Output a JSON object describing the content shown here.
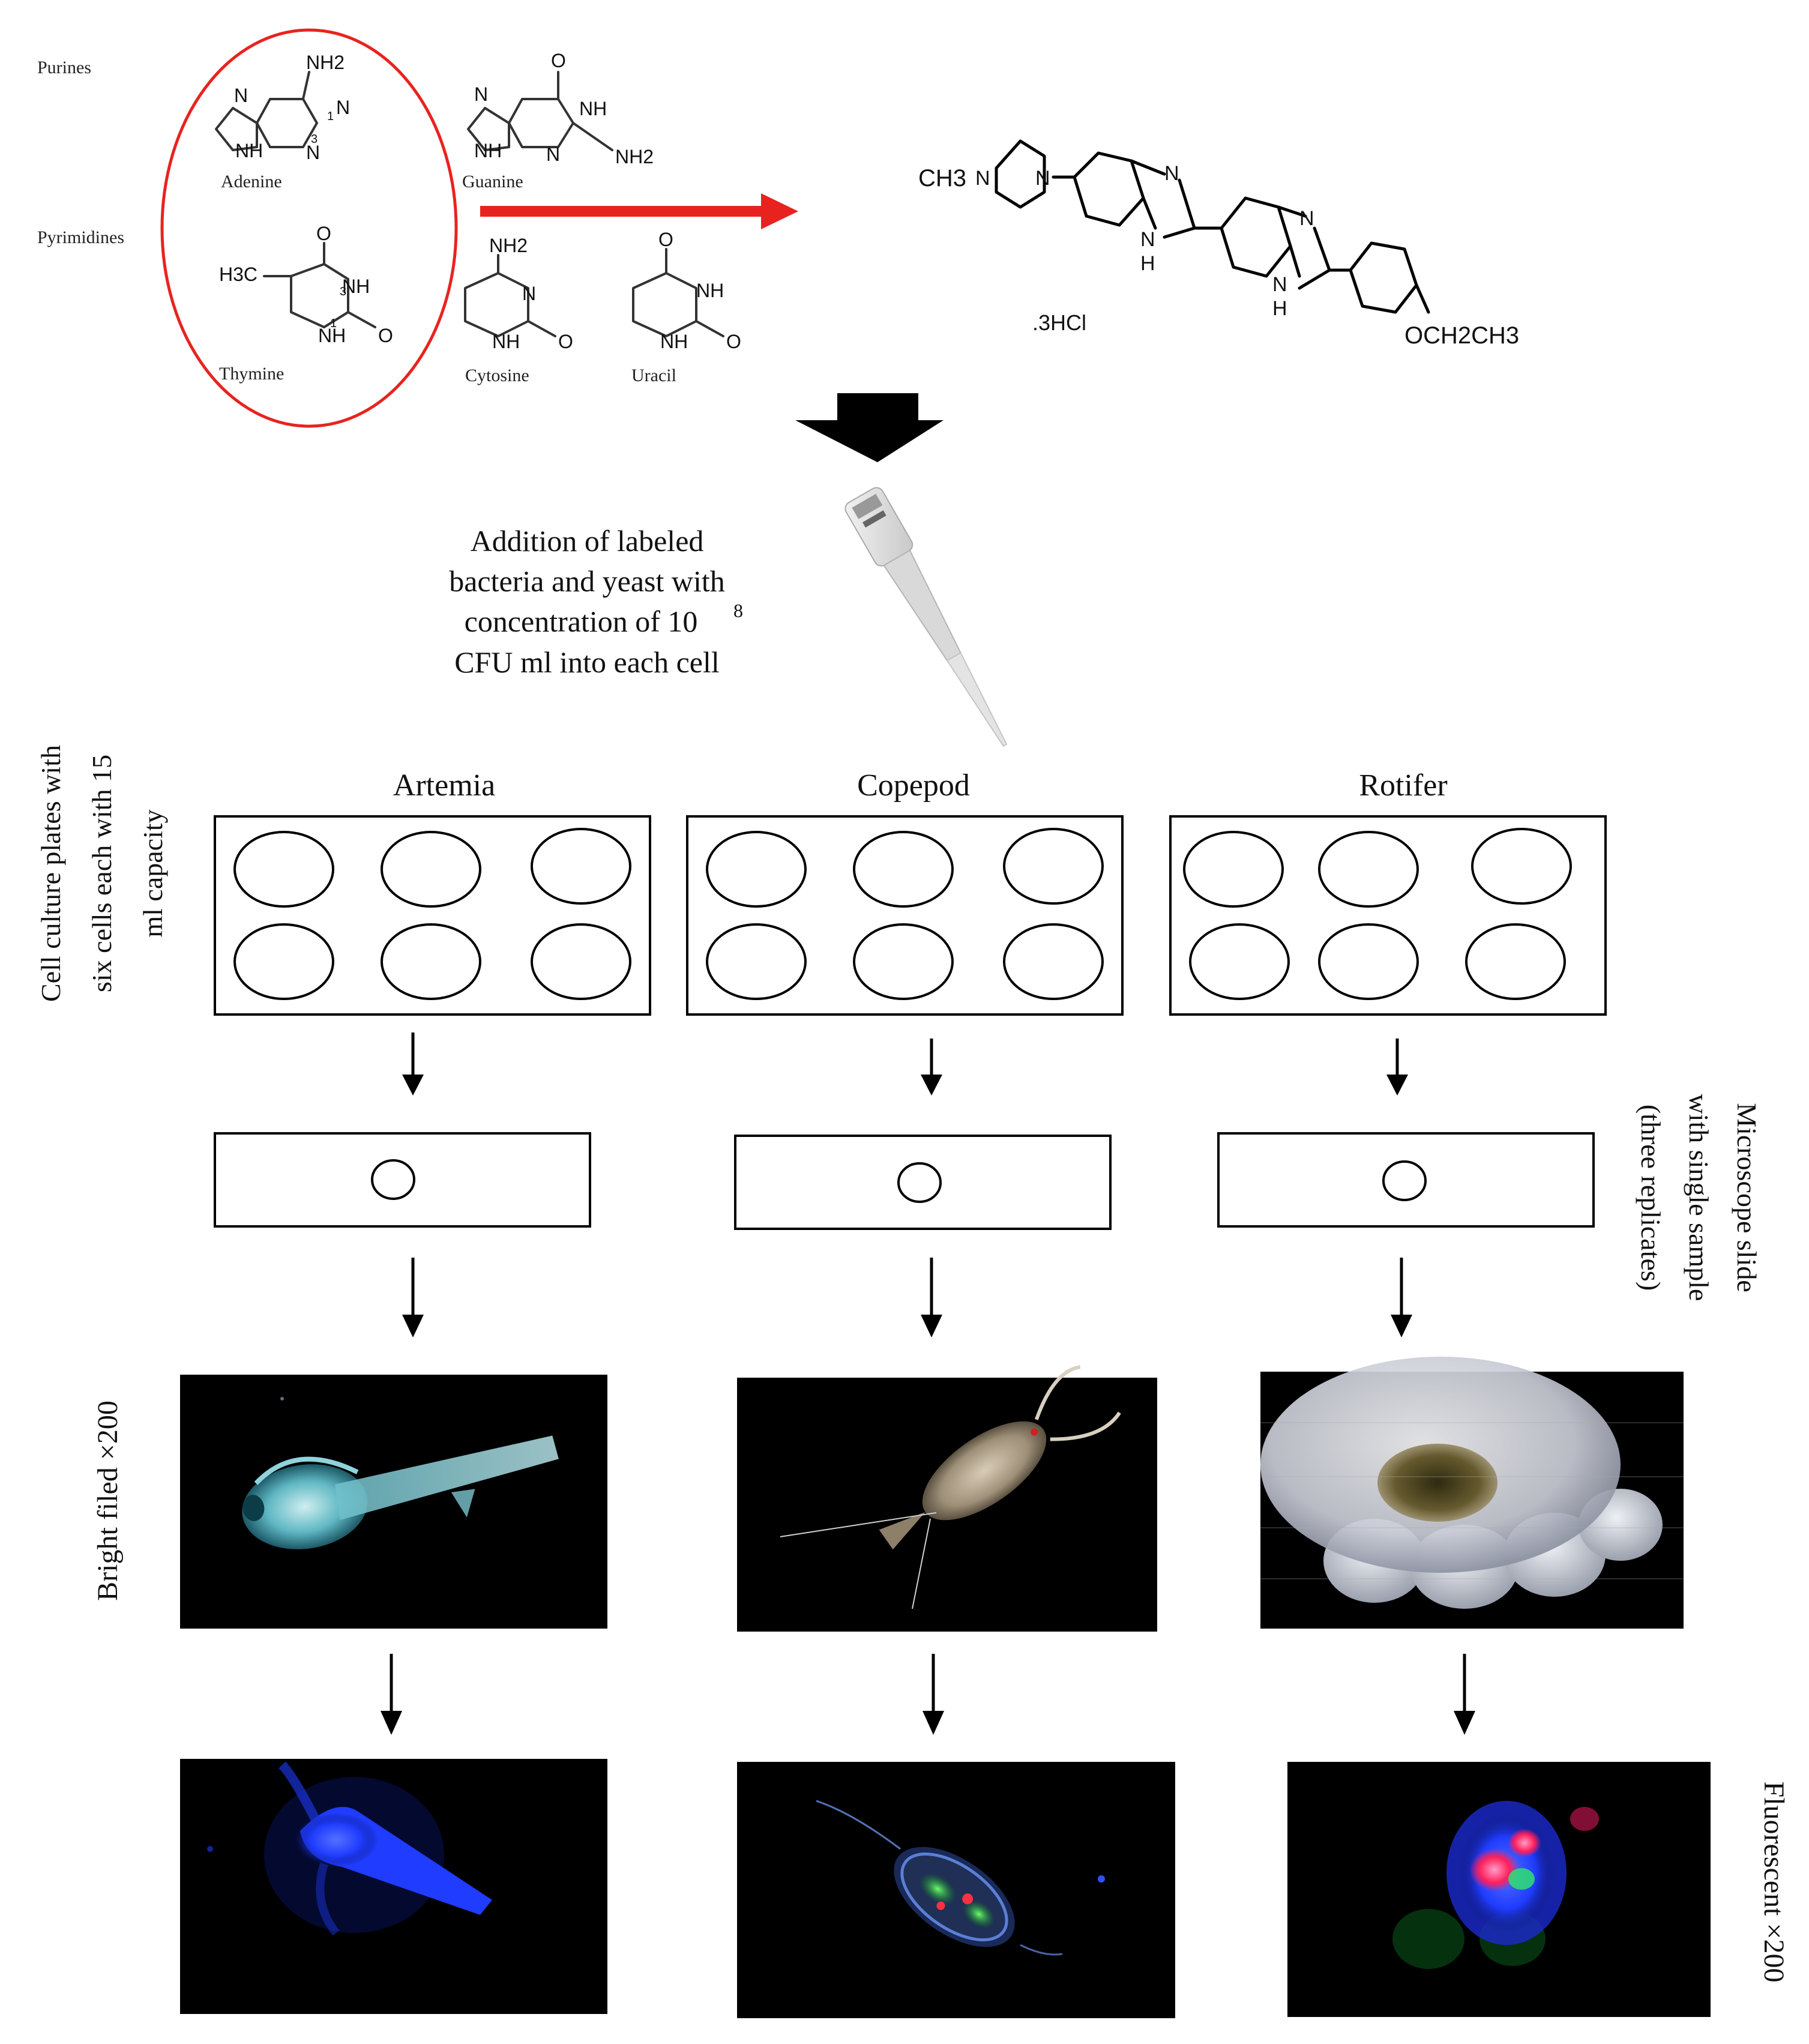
{
  "molecule_groups": {
    "purines_label": "Purines",
    "pyrimidines_label": "Pyrimidines"
  },
  "molecules": {
    "adenine": {
      "name": "Adenine",
      "atoms": [
        "NH2",
        "N",
        "N",
        "NH",
        "N",
        "3",
        "1"
      ]
    },
    "guanine": {
      "name": "Guanine",
      "atoms": [
        "O",
        "N",
        "NH",
        "NH",
        "N",
        "NH2"
      ]
    },
    "thymine": {
      "name": "Thymine",
      "atoms": [
        "O",
        "H3C",
        "NH",
        "NH",
        "O",
        "3",
        "1"
      ]
    },
    "cytosine": {
      "name": "Cytosine",
      "atoms": [
        "NH2",
        "N",
        "NH",
        "O"
      ]
    },
    "uracil": {
      "name": "Uracil",
      "atoms": [
        "O",
        "NH",
        "NH",
        "O"
      ]
    }
  },
  "dye": {
    "ch3": "CH3",
    "atoms": [
      "N",
      "N",
      "N",
      "N",
      "N",
      "H",
      "N",
      "H"
    ],
    "salt": ".3HCl",
    "ethoxy": "OCH2CH3"
  },
  "step_text": [
    "Addition of labeled",
    "bacteria and yeast with",
    "concentration of 10",
    "CFU ml into each cell"
  ],
  "step_superscript": "8",
  "organisms": [
    {
      "name": "Artemia"
    },
    {
      "name": "Copepod"
    },
    {
      "name": "Rotifer"
    }
  ],
  "side_labels": {
    "plates": [
      "Cell culture plates with",
      "six cells each with 15",
      "ml capacity"
    ],
    "slides": [
      "Microscope slide",
      "with single sample",
      "(three replicates)"
    ],
    "bright": "Bright filed ×200",
    "fluorescent": "Fluorescent ×200"
  },
  "colors": {
    "red_accent": "#e8231f",
    "arrow_black": "#000000",
    "panel_bg": "#000000",
    "dapi_blue": "#1f3cff"
  }
}
